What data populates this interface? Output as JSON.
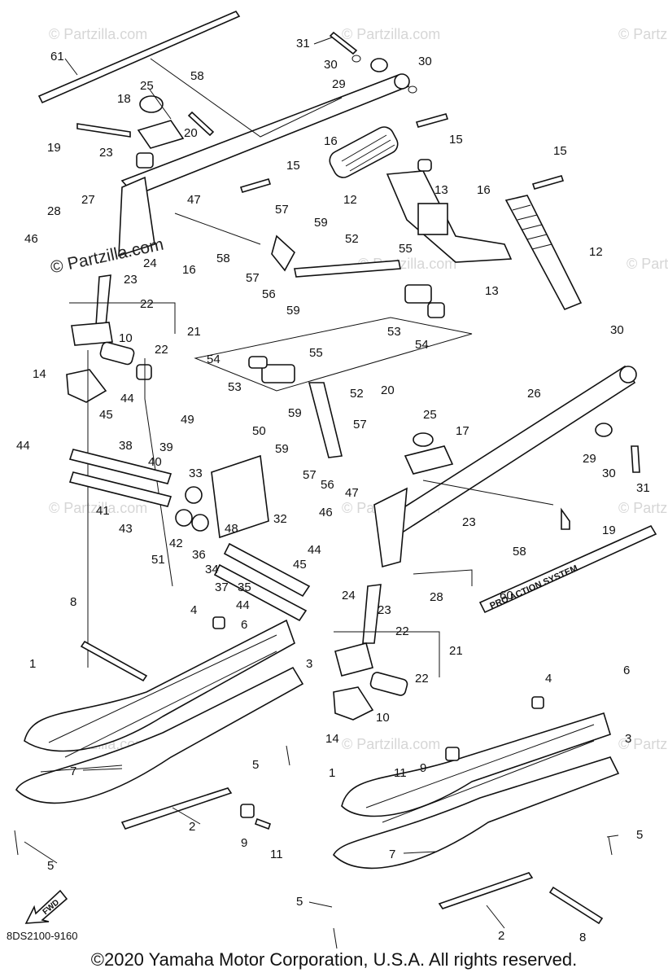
{
  "drawing_code": "8DS2100-9160",
  "copyright": "©2020 Yamaha Motor Corporation, U.S.A. All rights reserved.",
  "watermark": "© Partzilla.com",
  "banner_text": "PRO ACTION SYSTEM",
  "fwd_label": "FWD",
  "callouts": [
    {
      "id": "c61",
      "label": "61"
    },
    {
      "id": "c31a",
      "label": "31"
    },
    {
      "id": "c30a",
      "label": "30"
    },
    {
      "id": "c29a",
      "label": "29"
    },
    {
      "id": "c30b",
      "label": "30"
    },
    {
      "id": "c58a",
      "label": "58"
    },
    {
      "id": "c25a",
      "label": "25"
    },
    {
      "id": "c18",
      "label": "18"
    },
    {
      "id": "c19a",
      "label": "19"
    },
    {
      "id": "c20a",
      "label": "20"
    },
    {
      "id": "c23a",
      "label": "23"
    },
    {
      "id": "c16a",
      "label": "16"
    },
    {
      "id": "c15a",
      "label": "15"
    },
    {
      "id": "c15b",
      "label": "15"
    },
    {
      "id": "c15c",
      "label": "15"
    },
    {
      "id": "c27",
      "label": "27"
    },
    {
      "id": "c47a",
      "label": "47"
    },
    {
      "id": "c12a",
      "label": "12"
    },
    {
      "id": "c13a",
      "label": "13"
    },
    {
      "id": "c16b",
      "label": "16"
    },
    {
      "id": "c28a",
      "label": "28"
    },
    {
      "id": "c57a",
      "label": "57"
    },
    {
      "id": "c59a",
      "label": "59"
    },
    {
      "id": "c46a",
      "label": "46"
    },
    {
      "id": "c58b",
      "label": "58"
    },
    {
      "id": "c24a",
      "label": "24"
    },
    {
      "id": "c16c",
      "label": "16"
    },
    {
      "id": "c52a",
      "label": "52"
    },
    {
      "id": "c55a",
      "label": "55"
    },
    {
      "id": "c12b",
      "label": "12"
    },
    {
      "id": "c23b",
      "label": "23"
    },
    {
      "id": "c57b",
      "label": "57"
    },
    {
      "id": "c56a",
      "label": "56"
    },
    {
      "id": "c13b",
      "label": "13"
    },
    {
      "id": "c59b",
      "label": "59"
    },
    {
      "id": "c22a",
      "label": "22"
    },
    {
      "id": "c21a",
      "label": "21"
    },
    {
      "id": "c53a",
      "label": "53"
    },
    {
      "id": "c54a",
      "label": "54"
    },
    {
      "id": "c10a",
      "label": "10"
    },
    {
      "id": "c22b",
      "label": "22"
    },
    {
      "id": "c30c",
      "label": "30"
    },
    {
      "id": "c14a",
      "label": "14"
    },
    {
      "id": "c54b",
      "label": "54"
    },
    {
      "id": "c55b",
      "label": "55"
    },
    {
      "id": "c53b",
      "label": "53"
    },
    {
      "id": "c52b",
      "label": "52"
    },
    {
      "id": "c26",
      "label": "26"
    },
    {
      "id": "c44a",
      "label": "44"
    },
    {
      "id": "c45a",
      "label": "45"
    },
    {
      "id": "c20b",
      "label": "20"
    },
    {
      "id": "c25b",
      "label": "25"
    },
    {
      "id": "c49",
      "label": "49"
    },
    {
      "id": "c59c",
      "label": "59"
    },
    {
      "id": "c17",
      "label": "17"
    },
    {
      "id": "c57c",
      "label": "57"
    },
    {
      "id": "c44b",
      "label": "44"
    },
    {
      "id": "c38",
      "label": "38"
    },
    {
      "id": "c50",
      "label": "50"
    },
    {
      "id": "c39",
      "label": "39"
    },
    {
      "id": "c59d",
      "label": "59"
    },
    {
      "id": "c29b",
      "label": "29"
    },
    {
      "id": "c57d",
      "label": "57"
    },
    {
      "id": "c40",
      "label": "40"
    },
    {
      "id": "c33",
      "label": "33"
    },
    {
      "id": "c56b",
      "label": "56"
    },
    {
      "id": "c30d",
      "label": "30"
    },
    {
      "id": "c31b",
      "label": "31"
    },
    {
      "id": "c41",
      "label": "41"
    },
    {
      "id": "c47b",
      "label": "47"
    },
    {
      "id": "c23c",
      "label": "23"
    },
    {
      "id": "c43",
      "label": "43"
    },
    {
      "id": "c46b",
      "label": "46"
    },
    {
      "id": "c58c",
      "label": "58"
    },
    {
      "id": "c19b",
      "label": "19"
    },
    {
      "id": "c42",
      "label": "42"
    },
    {
      "id": "c48",
      "label": "48"
    },
    {
      "id": "c32",
      "label": "32"
    },
    {
      "id": "c51",
      "label": "51"
    },
    {
      "id": "c36",
      "label": "36"
    },
    {
      "id": "c34",
      "label": "34"
    },
    {
      "id": "c44c",
      "label": "44"
    },
    {
      "id": "c37",
      "label": "37"
    },
    {
      "id": "c35",
      "label": "35"
    },
    {
      "id": "c45b",
      "label": "45"
    },
    {
      "id": "c24b",
      "label": "24"
    },
    {
      "id": "c28b",
      "label": "28"
    },
    {
      "id": "c60",
      "label": "60"
    },
    {
      "id": "c44d",
      "label": "44"
    },
    {
      "id": "c23d",
      "label": "23"
    },
    {
      "id": "c8a",
      "label": "8"
    },
    {
      "id": "c4a",
      "label": "4"
    },
    {
      "id": "c6a",
      "label": "6"
    },
    {
      "id": "c22c",
      "label": "22"
    },
    {
      "id": "c21b",
      "label": "21"
    },
    {
      "id": "c1a",
      "label": "1"
    },
    {
      "id": "c3a",
      "label": "3"
    },
    {
      "id": "c22d",
      "label": "22"
    },
    {
      "id": "c4b",
      "label": "4"
    },
    {
      "id": "c6b",
      "label": "6"
    },
    {
      "id": "c10b",
      "label": "10"
    },
    {
      "id": "c14b",
      "label": "14"
    },
    {
      "id": "c5a",
      "label": "5"
    },
    {
      "id": "c7a",
      "label": "7"
    },
    {
      "id": "c11a",
      "label": "11"
    },
    {
      "id": "c9a",
      "label": "9"
    },
    {
      "id": "c3b",
      "label": "3"
    },
    {
      "id": "c1b",
      "label": "1"
    },
    {
      "id": "c5b",
      "label": "5"
    },
    {
      "id": "c2a",
      "label": "2"
    },
    {
      "id": "c9b",
      "label": "9"
    },
    {
      "id": "c11b",
      "label": "11"
    },
    {
      "id": "c5c",
      "label": "5"
    },
    {
      "id": "c7b",
      "label": "7"
    },
    {
      "id": "c5d",
      "label": "5"
    },
    {
      "id": "c2b",
      "label": "2"
    },
    {
      "id": "c8b",
      "label": "8"
    }
  ]
}
